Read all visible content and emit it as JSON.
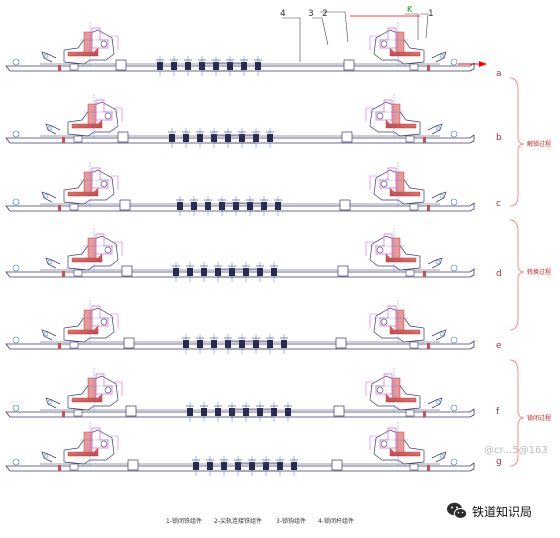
{
  "top_callouts": [
    "4",
    "3",
    "2",
    "K",
    "1"
  ],
  "step_letters": [
    "a",
    "b",
    "c",
    "d",
    "e",
    "f",
    "g"
  ],
  "phase_labels": [
    "解锁过程",
    "转换过程",
    "锁闭过程"
  ],
  "legend": [
    "1-锁闭铁组件",
    "2-尖轨连接铁组件",
    "3-锁钩组件",
    "4-锁闭杆组件"
  ],
  "watermark": "@cr...5@163",
  "brand": {
    "name": "铁道知识局",
    "icon": "wechat-icon"
  },
  "colors": {
    "outline": "#3c3c6e",
    "pink": "#e060e0",
    "red": "#d23c3c",
    "blue": "#3c78d8",
    "bracket": "#ff8080",
    "arrow": "#ff0000",
    "callout_green": "#00a000"
  }
}
